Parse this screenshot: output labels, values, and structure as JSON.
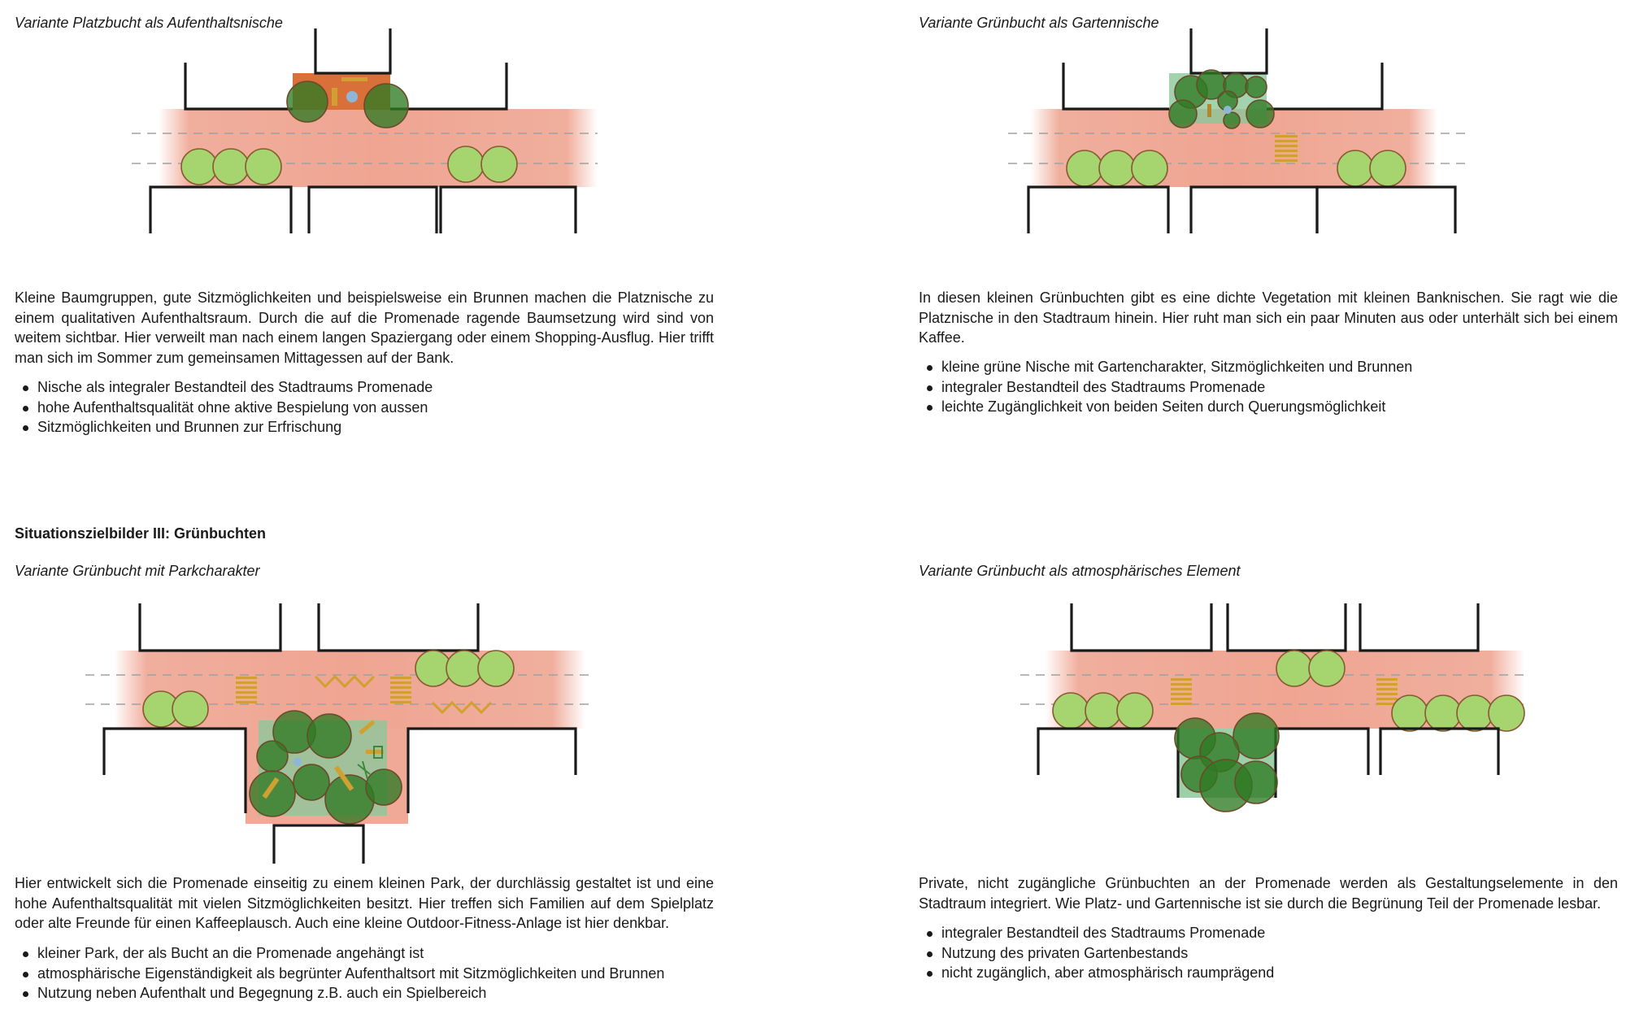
{
  "section_heading": "Situationszielbilder III: Grünbuchten",
  "panels": {
    "platz": {
      "title": "Variante Platzbucht als Aufenthaltsnische",
      "text": "Kleine Baumgruppen, gute Sitzmöglichkeiten und beispielsweise ein Brunnen machen die Platznische zu einem qualitativen Aufenthaltsraum. Durch die auf die Promenade ragende Baumsetzung wird sind von weitem sichtbar. Hier verweilt man nach einem langen Spaziergang oder einem Shopping-Ausflug. Hier trifft man sich im Sommer zum gemeinsamen Mittagessen auf der Bank.",
      "bullets": [
        "Nische als integraler Bestandteil des Stadtraums Promenade",
        "hohe Aufenthaltsqualität ohne aktive Bespielung von aussen",
        "Sitzmöglichkeiten und Brunnen zur Erfrischung"
      ]
    },
    "garten": {
      "title": "Variante Grünbucht als Gartennische",
      "text": "In diesen kleinen Grünbuchten gibt es eine dichte Vegetation mit kleinen Banknischen. Sie ragt wie die Platznische in den Stadtraum hinein. Hier ruht man sich ein paar Minuten aus oder unterhält sich bei einem Kaffee.",
      "bullets": [
        "kleine grüne Nische mit Gartencharakter, Sitzmöglichkeiten und Brunnen",
        "integraler Bestandteil des Stadtraums Promenade",
        "leichte Zugänglichkeit von beiden Seiten durch Querungsmöglichkeit"
      ]
    },
    "park": {
      "title": "Variante Grünbucht mit Parkcharakter",
      "text": "Hier entwickelt sich die Promenade einseitig zu einem kleinen Park, der durchlässig gestaltet ist und eine hohe Aufenthaltsqualität mit vielen Sitzmöglichkeiten besitzt. Hier treffen sich Familien auf dem Spielplatz oder alte Freunde für einen Kaffeeplausch. Auch eine kleine Outdoor-Fitness-Anlage ist hier denkbar.",
      "bullets": [
        "kleiner Park, der als Bucht an die Promenade angehängt ist",
        "atmosphärische Eigenständigkeit als begrünter Aufenthaltsort mit Sitzmöglichkeiten und Brunnen",
        "Nutzung neben Aufenthalt und Begegnung z.B. auch ein Spielbereich"
      ]
    },
    "atmo": {
      "title": "Variante Grünbucht als atmosphärisches Element",
      "text": "Private, nicht zugängliche Grünbuchten an der Promenade werden als Gestaltungselemente in den Stadtraum integriert. Wie Platz- und Gartennische ist sie durch die Begrünung Teil der Promenade lesbar.",
      "bullets": [
        "integraler Bestandteil des Stadtraums Promenade",
        "Nutzung des privaten Gartenbestands",
        "nicht zugänglich, aber atmosphärisch raumprägend"
      ]
    }
  },
  "colors": {
    "promenade": "#eea08c",
    "plaza": "#d9703a",
    "tree_light": "#a6d46f",
    "tree_dark": "#2f7a24",
    "bench": "#d1a032",
    "park_ground": "#8cc79a",
    "outline": "#1a1a1a"
  }
}
